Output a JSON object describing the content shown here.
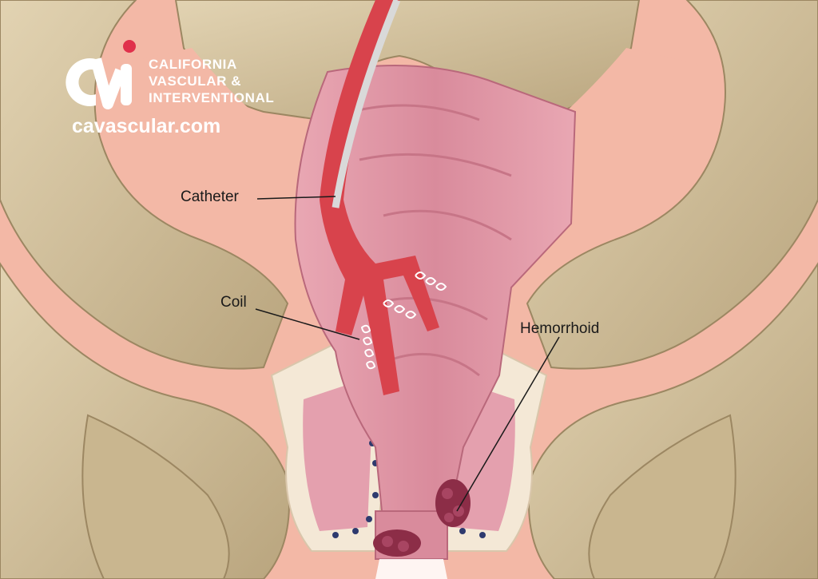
{
  "logo": {
    "mark": "cvi-monogram",
    "line1": "CALIFORNIA",
    "line2": "VASCULAR &",
    "line3": "INTERVENTIONAL",
    "url": "cavascular.com"
  },
  "labels": {
    "catheter": "Catheter",
    "coil": "Coil",
    "hemorrhoid": "Hemorrhoid"
  },
  "colors": {
    "background": "#f3b8a6",
    "bone": "#d6c4a0",
    "tissue": "#e39aa8",
    "artery": "#d8434c",
    "catheter_core": "#d9d9d9",
    "hemorrhoid": "#8c2d47"
  }
}
